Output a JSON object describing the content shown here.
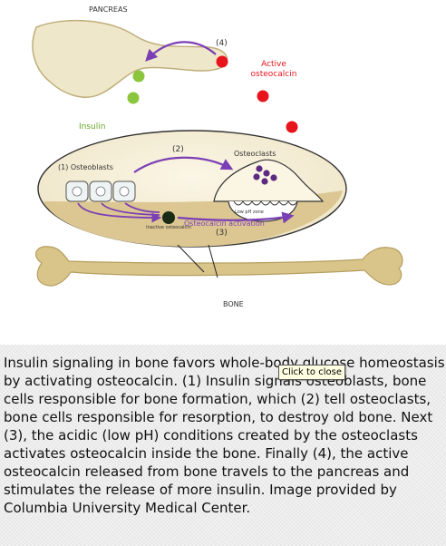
{
  "figure": {
    "pancreas_label": "PANCREAS",
    "step4_label": "(4)",
    "active_osteocalcin_label": "Active osteocalcin",
    "insulin_label": "Insulin",
    "step2_label": "(2)",
    "osteoclasts_label": "Osteoclasts",
    "step1_osteoblasts_label": "(1) Osteoblasts",
    "low_ph_label": "Low pH zone",
    "inactive_osteocalcin_label": "Inactive osteocalcin",
    "osteocalcin_activation_label": "Osteocalcin activation",
    "step3_label": "(3)",
    "bone_label": "BONE",
    "colors": {
      "insulin_green": "#8cc63f",
      "osteocalcin_red": "#e8141c",
      "arrow_purple": "#7b3fb5",
      "bone_tan": "#d9c48a",
      "osteoclast_dots": "#5c2a80"
    }
  },
  "caption": {
    "text": "Insulin signaling in bone favors whole-body glucose homeostasis by activating osteocalcin. (1) Insulin signals osteoblasts, bone cells responsible for bone formation, which (2) tell osteoclasts, bone cells responsible for resorption, to destroy old bone. Next (3), the acidic (low pH) conditions created by the osteoclasts activates osteocalcin inside the bone. Finally (4), the active osteocalcin released from bone travels to the pancreas and stimulates the release of more insulin. Image provided by Columbia University Medical Center."
  },
  "tooltip": {
    "text": "Click to close"
  }
}
